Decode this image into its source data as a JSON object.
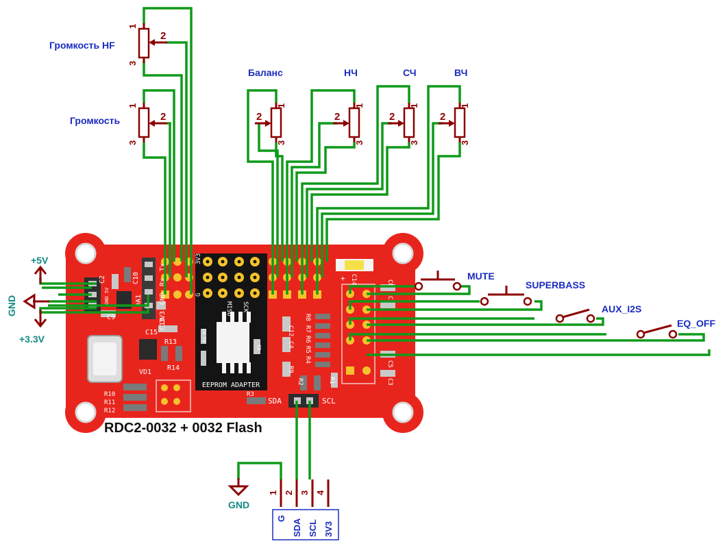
{
  "potentiometers": [
    {
      "label": "Громкость HF",
      "pin1": "1",
      "pin2": "2",
      "pin3": "3"
    },
    {
      "label": "Громкость",
      "pin1": "1",
      "pin2": "2",
      "pin3": "3"
    },
    {
      "label": "Баланс",
      "pin1": "1",
      "pin2": "2",
      "pin3": "3"
    },
    {
      "label": "НЧ",
      "pin1": "1",
      "pin2": "2",
      "pin3": "3"
    },
    {
      "label": "СЧ",
      "pin1": "1",
      "pin2": "2",
      "pin3": "3"
    },
    {
      "label": "ВЧ",
      "pin1": "1",
      "pin2": "2",
      "pin3": "3"
    }
  ],
  "switches": [
    {
      "label": "MUTE"
    },
    {
      "label": "SUPERBASS"
    },
    {
      "label": "AUX_I2S"
    },
    {
      "label": "EQ_OFF"
    }
  ],
  "power": {
    "plus5": "+5V",
    "gnd": "GND",
    "plus3v3": "+3.3V",
    "gnd_bottom": "GND"
  },
  "board": {
    "title": "RDC2-0032 + 0032 Flash",
    "adapter_label": "EEPROM ADAPTER",
    "sda_label": "SDA",
    "scl_label": "SCL",
    "left_header": [
      "3V3",
      "GND",
      "Rx",
      "Tx"
    ],
    "adapter_top": "3V3",
    "adapter_row": [
      "G",
      "MISO",
      "SCK"
    ],
    "refs": {
      "c2": "C2",
      "c10": "C10",
      "c9": "C9",
      "da1": "DA1",
      "c13": "C13",
      "c15": "C15",
      "r13": "R13",
      "r14": "R14",
      "vd1": "VD1",
      "r10": "R10",
      "r11": "R11",
      "r12": "R12",
      "c14": "C14",
      "c8": "C8",
      "c7": "C7",
      "c12": "C12",
      "c4": "C4",
      "r8": "R8",
      "r7": "R7",
      "r6": "R6",
      "r5": "R5",
      "r4": "R4",
      "r9": "R9",
      "r2": "R2",
      "r1": "R1",
      "r3": "R3",
      "c5": "C5",
      "c3": "C3",
      "r1b": "R1",
      "r2b": "R2",
      "c6": "C6",
      "gnd5v": "GND 5V",
      "plus": "+"
    }
  },
  "connector": {
    "pins": [
      "1",
      "2",
      "3",
      "4"
    ],
    "names": [
      "G",
      "SDA",
      "SCL",
      "3V3"
    ]
  }
}
